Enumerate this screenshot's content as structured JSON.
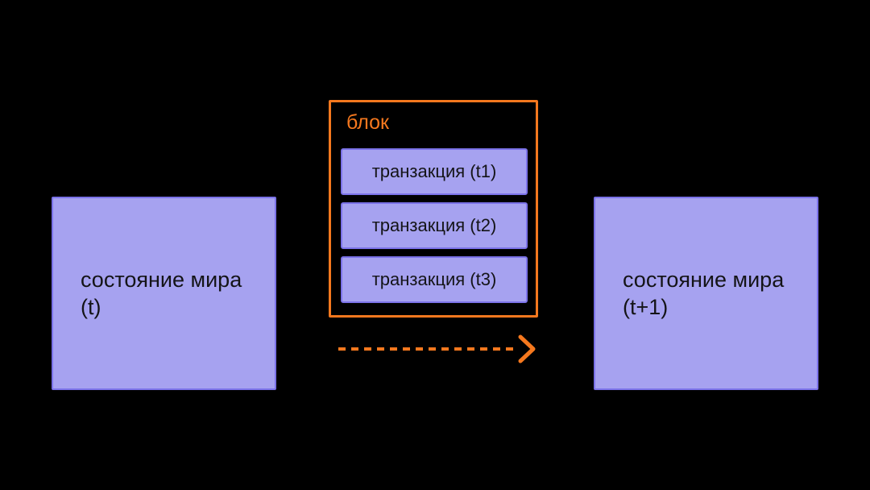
{
  "colors": {
    "background": "#000000",
    "box_fill": "#a6a2f0",
    "box_border": "#7b72e8",
    "accent_orange": "#f5781e",
    "text_dark": "#141417"
  },
  "diagram": {
    "state_before": {
      "line1": "состояние мира",
      "line2": "(t)"
    },
    "state_after": {
      "line1": "состояние мира",
      "line2": "(t+1)"
    },
    "block": {
      "label": "блок",
      "transactions": [
        "транзакция (t1)",
        "транзакция (t2)",
        "транзакция (t3)"
      ]
    }
  }
}
